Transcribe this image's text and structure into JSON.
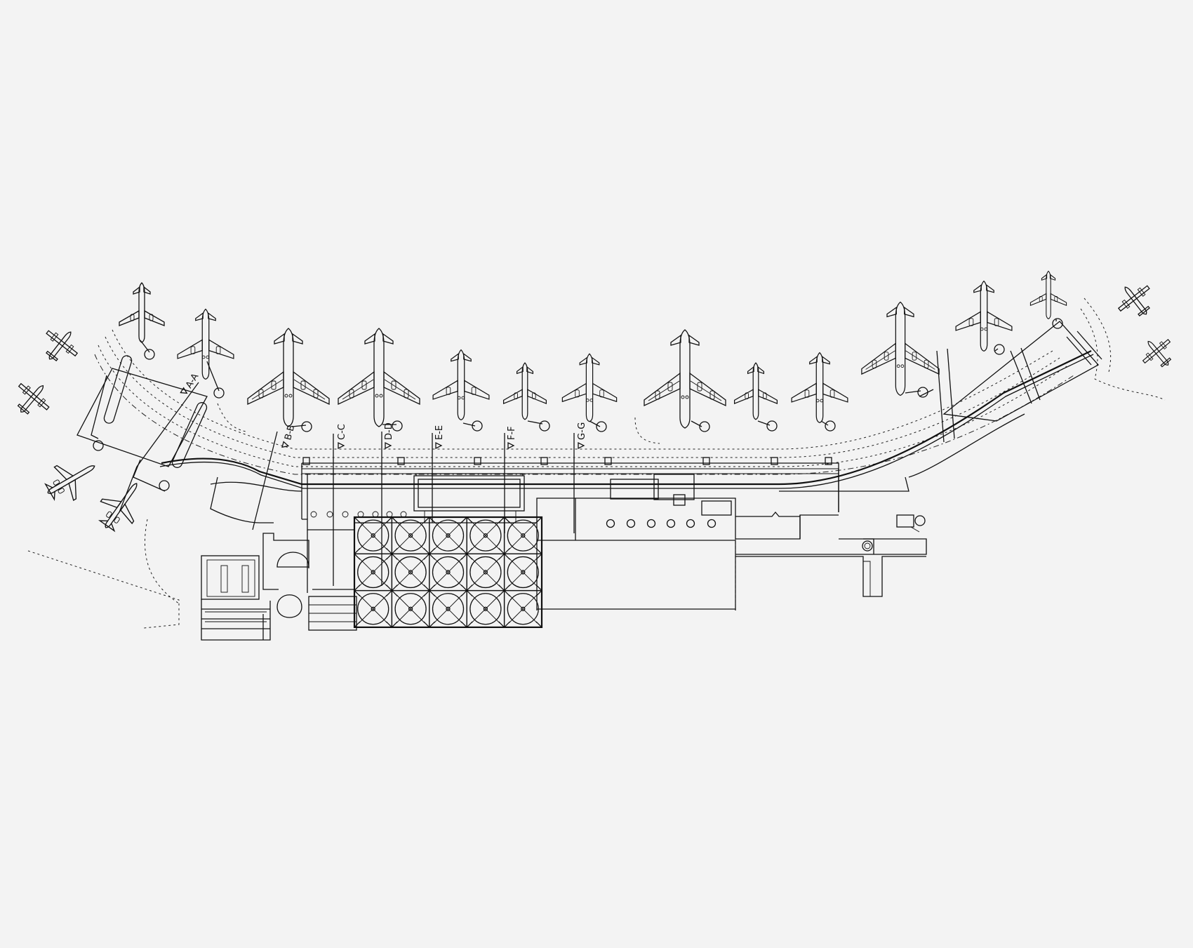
{
  "colors": {
    "background": "#f3f3f3",
    "ink": "#111111"
  },
  "section_markers": [
    {
      "id": "A",
      "label": "A-A"
    },
    {
      "id": "B",
      "label": "B-B"
    },
    {
      "id": "C",
      "label": "C-C"
    },
    {
      "id": "D",
      "label": "D-D"
    },
    {
      "id": "E",
      "label": "E-E"
    },
    {
      "id": "F",
      "label": "F-F"
    },
    {
      "id": "G",
      "label": "G-G"
    }
  ],
  "aircraft": [
    {
      "id": "p1",
      "kind": "small"
    },
    {
      "id": "p2",
      "kind": "medium"
    },
    {
      "id": "p3",
      "kind": "large"
    },
    {
      "id": "p4",
      "kind": "large"
    },
    {
      "id": "p5",
      "kind": "medium"
    },
    {
      "id": "p6",
      "kind": "small"
    },
    {
      "id": "p7",
      "kind": "medium"
    },
    {
      "id": "p8",
      "kind": "large"
    },
    {
      "id": "p9",
      "kind": "small"
    },
    {
      "id": "p10",
      "kind": "medium"
    },
    {
      "id": "p11",
      "kind": "large"
    },
    {
      "id": "p12",
      "kind": "medium"
    },
    {
      "id": "p13",
      "kind": "small"
    },
    {
      "id": "p14",
      "kind": "regional"
    },
    {
      "id": "p15",
      "kind": "regional"
    },
    {
      "id": "p16",
      "kind": "regional"
    },
    {
      "id": "p17",
      "kind": "regional"
    },
    {
      "id": "p18",
      "kind": "jet"
    },
    {
      "id": "p19",
      "kind": "jet"
    }
  ],
  "skylight_grid": {
    "rows": 3,
    "cols": 5
  }
}
